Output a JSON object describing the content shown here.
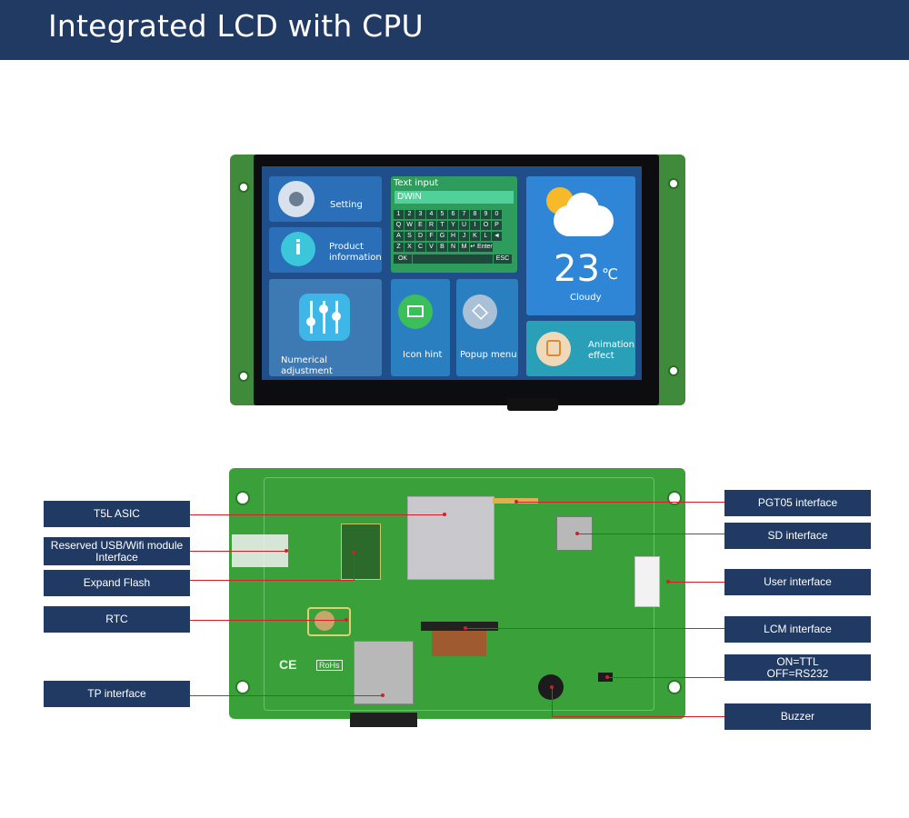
{
  "title": "Integrated LCD with CPU",
  "screen": {
    "setting": "Setting",
    "product_info": "Product information",
    "text_input": {
      "header": "Text input",
      "value": "DWIN",
      "rows": [
        [
          "1",
          "2",
          "3",
          "4",
          "5",
          "6",
          "7",
          "8",
          "9",
          "0"
        ],
        [
          "Q",
          "W",
          "E",
          "R",
          "T",
          "Y",
          "U",
          "I",
          "O",
          "P"
        ],
        [
          "A",
          "S",
          "D",
          "F",
          "G",
          "H",
          "J",
          "K",
          "L",
          "◄"
        ],
        [
          "Z",
          "X",
          "C",
          "V",
          "B",
          "N",
          "M",
          "↵ Enter"
        ]
      ],
      "ok": "OK",
      "esc": "ESC"
    },
    "temperature": "23",
    "temp_unit": "℃",
    "weather": "Cloudy",
    "numerical": "Numerical adjustment",
    "icon_hint": "Icon hint",
    "popup_menu": "Popup menu",
    "animation": "Animation effect"
  },
  "board_marks": {
    "ce": "CE",
    "rohs": "RoHs"
  },
  "callouts_left": [
    "T5L ASIC",
    "Reserved USB/Wifi module Interface",
    "Expand Flash",
    "RTC",
    "TP interface"
  ],
  "callouts_right": [
    "PGT05 interface",
    "SD interface",
    "User interface",
    "LCM interface",
    "ON=TTL OFF=RS232",
    "Buzzer"
  ],
  "colors": {
    "banner": "#213a63",
    "pcb": "#3aa13a",
    "leader": "#d21f2a"
  }
}
